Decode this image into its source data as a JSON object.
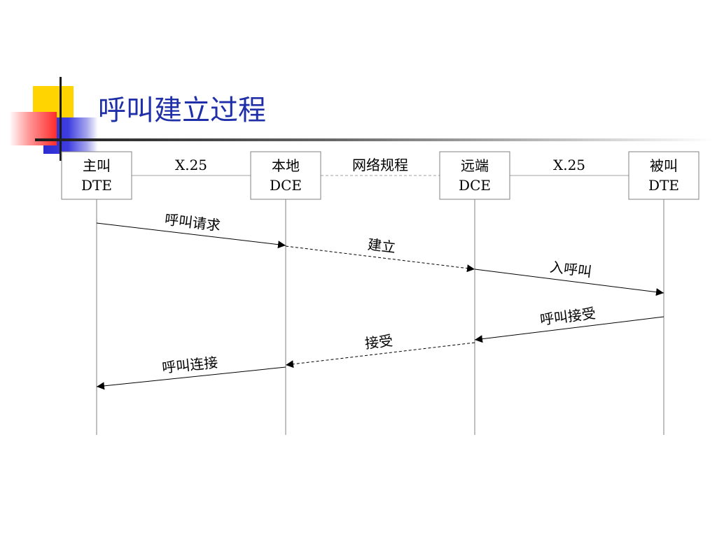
{
  "title": "呼叫建立过程",
  "entities": [
    {
      "id": "calling-dte",
      "line1": "主叫",
      "line2": "DTE"
    },
    {
      "id": "local-dce",
      "line1": "本地",
      "line2": "DCE"
    },
    {
      "id": "remote-dce",
      "line1": "远端",
      "line2": "DCE"
    },
    {
      "id": "called-dte",
      "line1": "被叫",
      "line2": "DTE"
    }
  ],
  "links": [
    {
      "from": 0,
      "to": 1,
      "label": "X.25",
      "style": "solid"
    },
    {
      "from": 1,
      "to": 2,
      "label": "网络规程",
      "style": "dashed"
    },
    {
      "from": 2,
      "to": 3,
      "label": "X.25",
      "style": "solid"
    }
  ],
  "messages": [
    {
      "from": 0,
      "to": 1,
      "label": "呼叫请求",
      "style": "solid"
    },
    {
      "from": 1,
      "to": 2,
      "label": "建立",
      "style": "dashed"
    },
    {
      "from": 2,
      "to": 3,
      "label": "入呼叫",
      "style": "solid"
    },
    {
      "from": 3,
      "to": 2,
      "label": "呼叫接受",
      "style": "solid"
    },
    {
      "from": 2,
      "to": 1,
      "label": "接受",
      "style": "dashed"
    },
    {
      "from": 1,
      "to": 0,
      "label": "呼叫连接",
      "style": "solid"
    }
  ]
}
